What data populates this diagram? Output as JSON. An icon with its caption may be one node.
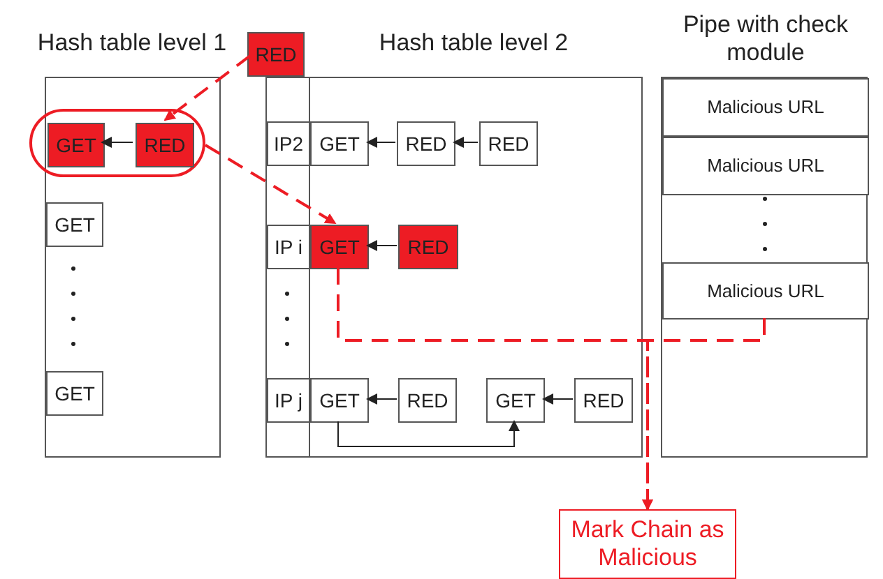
{
  "diagram": {
    "nodes": [
      {
        "text": [
          "Hash table level 1"
        ]
      },
      {
        "text": [],
        "shape": "oval"
      },
      {
        "text": [
          "GET"
        ],
        "in": 1
      },
      {
        "text": [
          "RED"
        ],
        "in": 1
      },
      {
        "text": [
          "GET"
        ],
        "in": 0
      },
      {
        "text": [
          "GET"
        ],
        "in": 0
      },
      {
        "text": [
          "RED"
        ]
      },
      {
        "text": [
          "Hash table level 2"
        ]
      },
      {
        "text": [
          "IP2"
        ],
        "in": 7
      },
      {
        "text": [
          "GET"
        ],
        "in": 7
      },
      {
        "text": [
          "RED"
        ],
        "in": 7
      },
      {
        "text": [
          "RED"
        ],
        "in": 7
      },
      {
        "text": [
          "IP i"
        ],
        "in": 7
      },
      {
        "text": [
          "GET"
        ],
        "in": 7
      },
      {
        "text": [
          "RED"
        ],
        "in": 7
      },
      {
        "text": [
          "IP j"
        ],
        "in": 7
      },
      {
        "text": [
          "GET"
        ],
        "in": 7
      },
      {
        "text": [
          "RED"
        ],
        "in": 7
      },
      {
        "text": [
          "GET"
        ],
        "in": 7
      },
      {
        "text": [
          "RED"
        ],
        "in": 7
      },
      {
        "text": [
          "Pipe with check module"
        ]
      },
      {
        "text": [
          "Malicious URL"
        ],
        "in": 20
      },
      {
        "text": [
          "Malicious URL"
        ],
        "in": 20
      },
      {
        "text": [
          "Malicious URL"
        ],
        "in": 20
      },
      {
        "text": [
          "Mark Chain as Malicious"
        ]
      }
    ],
    "edges": [
      {
        "from": 3,
        "to": 2,
        "arrow": "to"
      },
      {
        "from": 10,
        "to": 9,
        "arrow": "to"
      },
      {
        "from": 11,
        "to": 10,
        "arrow": "to"
      },
      {
        "from": 14,
        "to": 13,
        "arrow": "to"
      },
      {
        "from": 17,
        "to": 16,
        "arrow": "to"
      },
      {
        "from": 19,
        "to": 18,
        "arrow": "to"
      },
      {
        "from": 16,
        "to": 18,
        "arrow": "to"
      },
      {
        "from": 6,
        "to": 3,
        "arrow": "to",
        "style": "dashed",
        "color": "#ed1c24"
      },
      {
        "from": 1,
        "to": 13,
        "arrow": "to",
        "style": "dashed",
        "color": "#ed1c24"
      },
      {
        "from": 13,
        "to": 24,
        "arrow": "to",
        "style": "dashed",
        "color": "#ed1c24"
      },
      {
        "from": 23,
        "to": 24,
        "arrow": "to",
        "style": "dashed",
        "color": "#ed1c24"
      }
    ]
  }
}
